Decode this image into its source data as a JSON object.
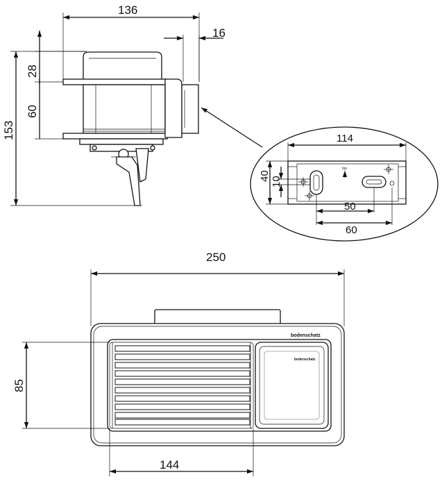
{
  "side_view": {
    "dim_width": "136",
    "dim_offset": "16",
    "dim_top": "28",
    "dim_middle": "60",
    "dim_height": "153"
  },
  "detail_view": {
    "dim_width": "114",
    "dim_outer": "40",
    "dim_inner": "10",
    "dim_slot_spacing": "50",
    "dim_slot_outer": "60",
    "label_top": "top"
  },
  "front_view": {
    "dim_width": "250",
    "dim_height": "85",
    "dim_grill": "144",
    "brand": "bodenschatz",
    "brand_small": "bodenschatz"
  }
}
